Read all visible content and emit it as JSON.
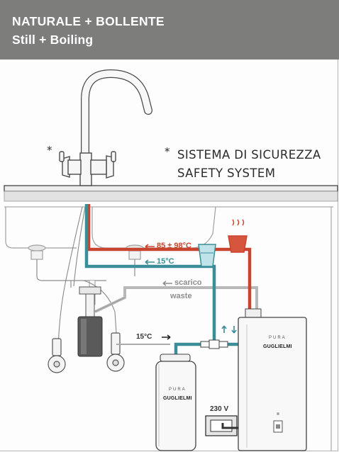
{
  "header": {
    "title": "NATURALE + BOLLENTE",
    "subtitle": "Still + Boiling"
  },
  "safety": {
    "faucet_star": "*",
    "star": "*",
    "line1": "SISTEMA DI SICUREZZA",
    "line2": "SAFETY SYSTEM"
  },
  "labels": {
    "boiling_temp": "85 ± 98°C",
    "cold_temp": "15°C",
    "inlet_temp": "15°C",
    "drain_it": "scarico",
    "drain_en": "waste",
    "voltage": "230 V"
  },
  "devices": {
    "boiler_brand_top": "PURA",
    "boiler_brand_bottom": "GUGLIELMI",
    "filter_brand_top": "PURA",
    "filter_brand_bottom": "GUGLIELMI"
  },
  "colors": {
    "header_bg": "#7d7d7c",
    "boiling_line": "#c9442e",
    "cold_line": "#3b8e98",
    "drain_line": "#b8b8b8",
    "outline": "#4a4a4a"
  }
}
